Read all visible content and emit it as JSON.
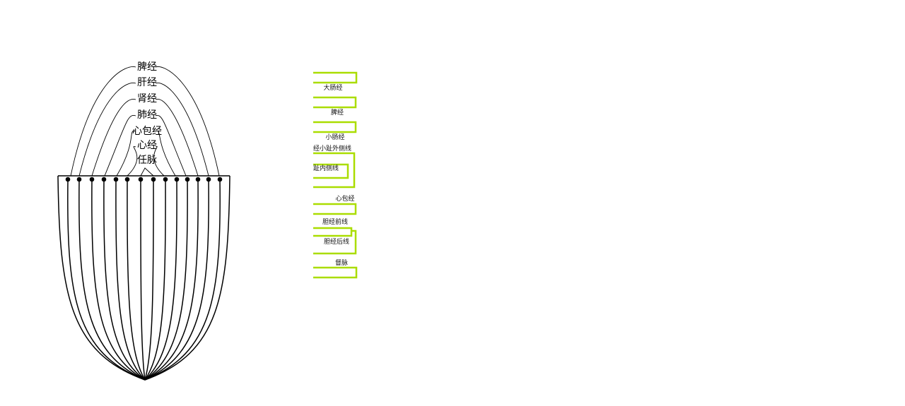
{
  "left_diagram": {
    "arch_labels": [
      "脾经",
      "肝经",
      "肾经",
      "肺经",
      "心包经",
      "心经",
      "任脉"
    ]
  },
  "right_diagram": {
    "labels": [
      "大肠经",
      "脾经",
      "小肠经",
      "经小趾外侧线",
      "趾内侧线",
      "心包经",
      "胆经前线",
      "胆经后线",
      "督脉"
    ],
    "line_color": "#aadd00"
  }
}
